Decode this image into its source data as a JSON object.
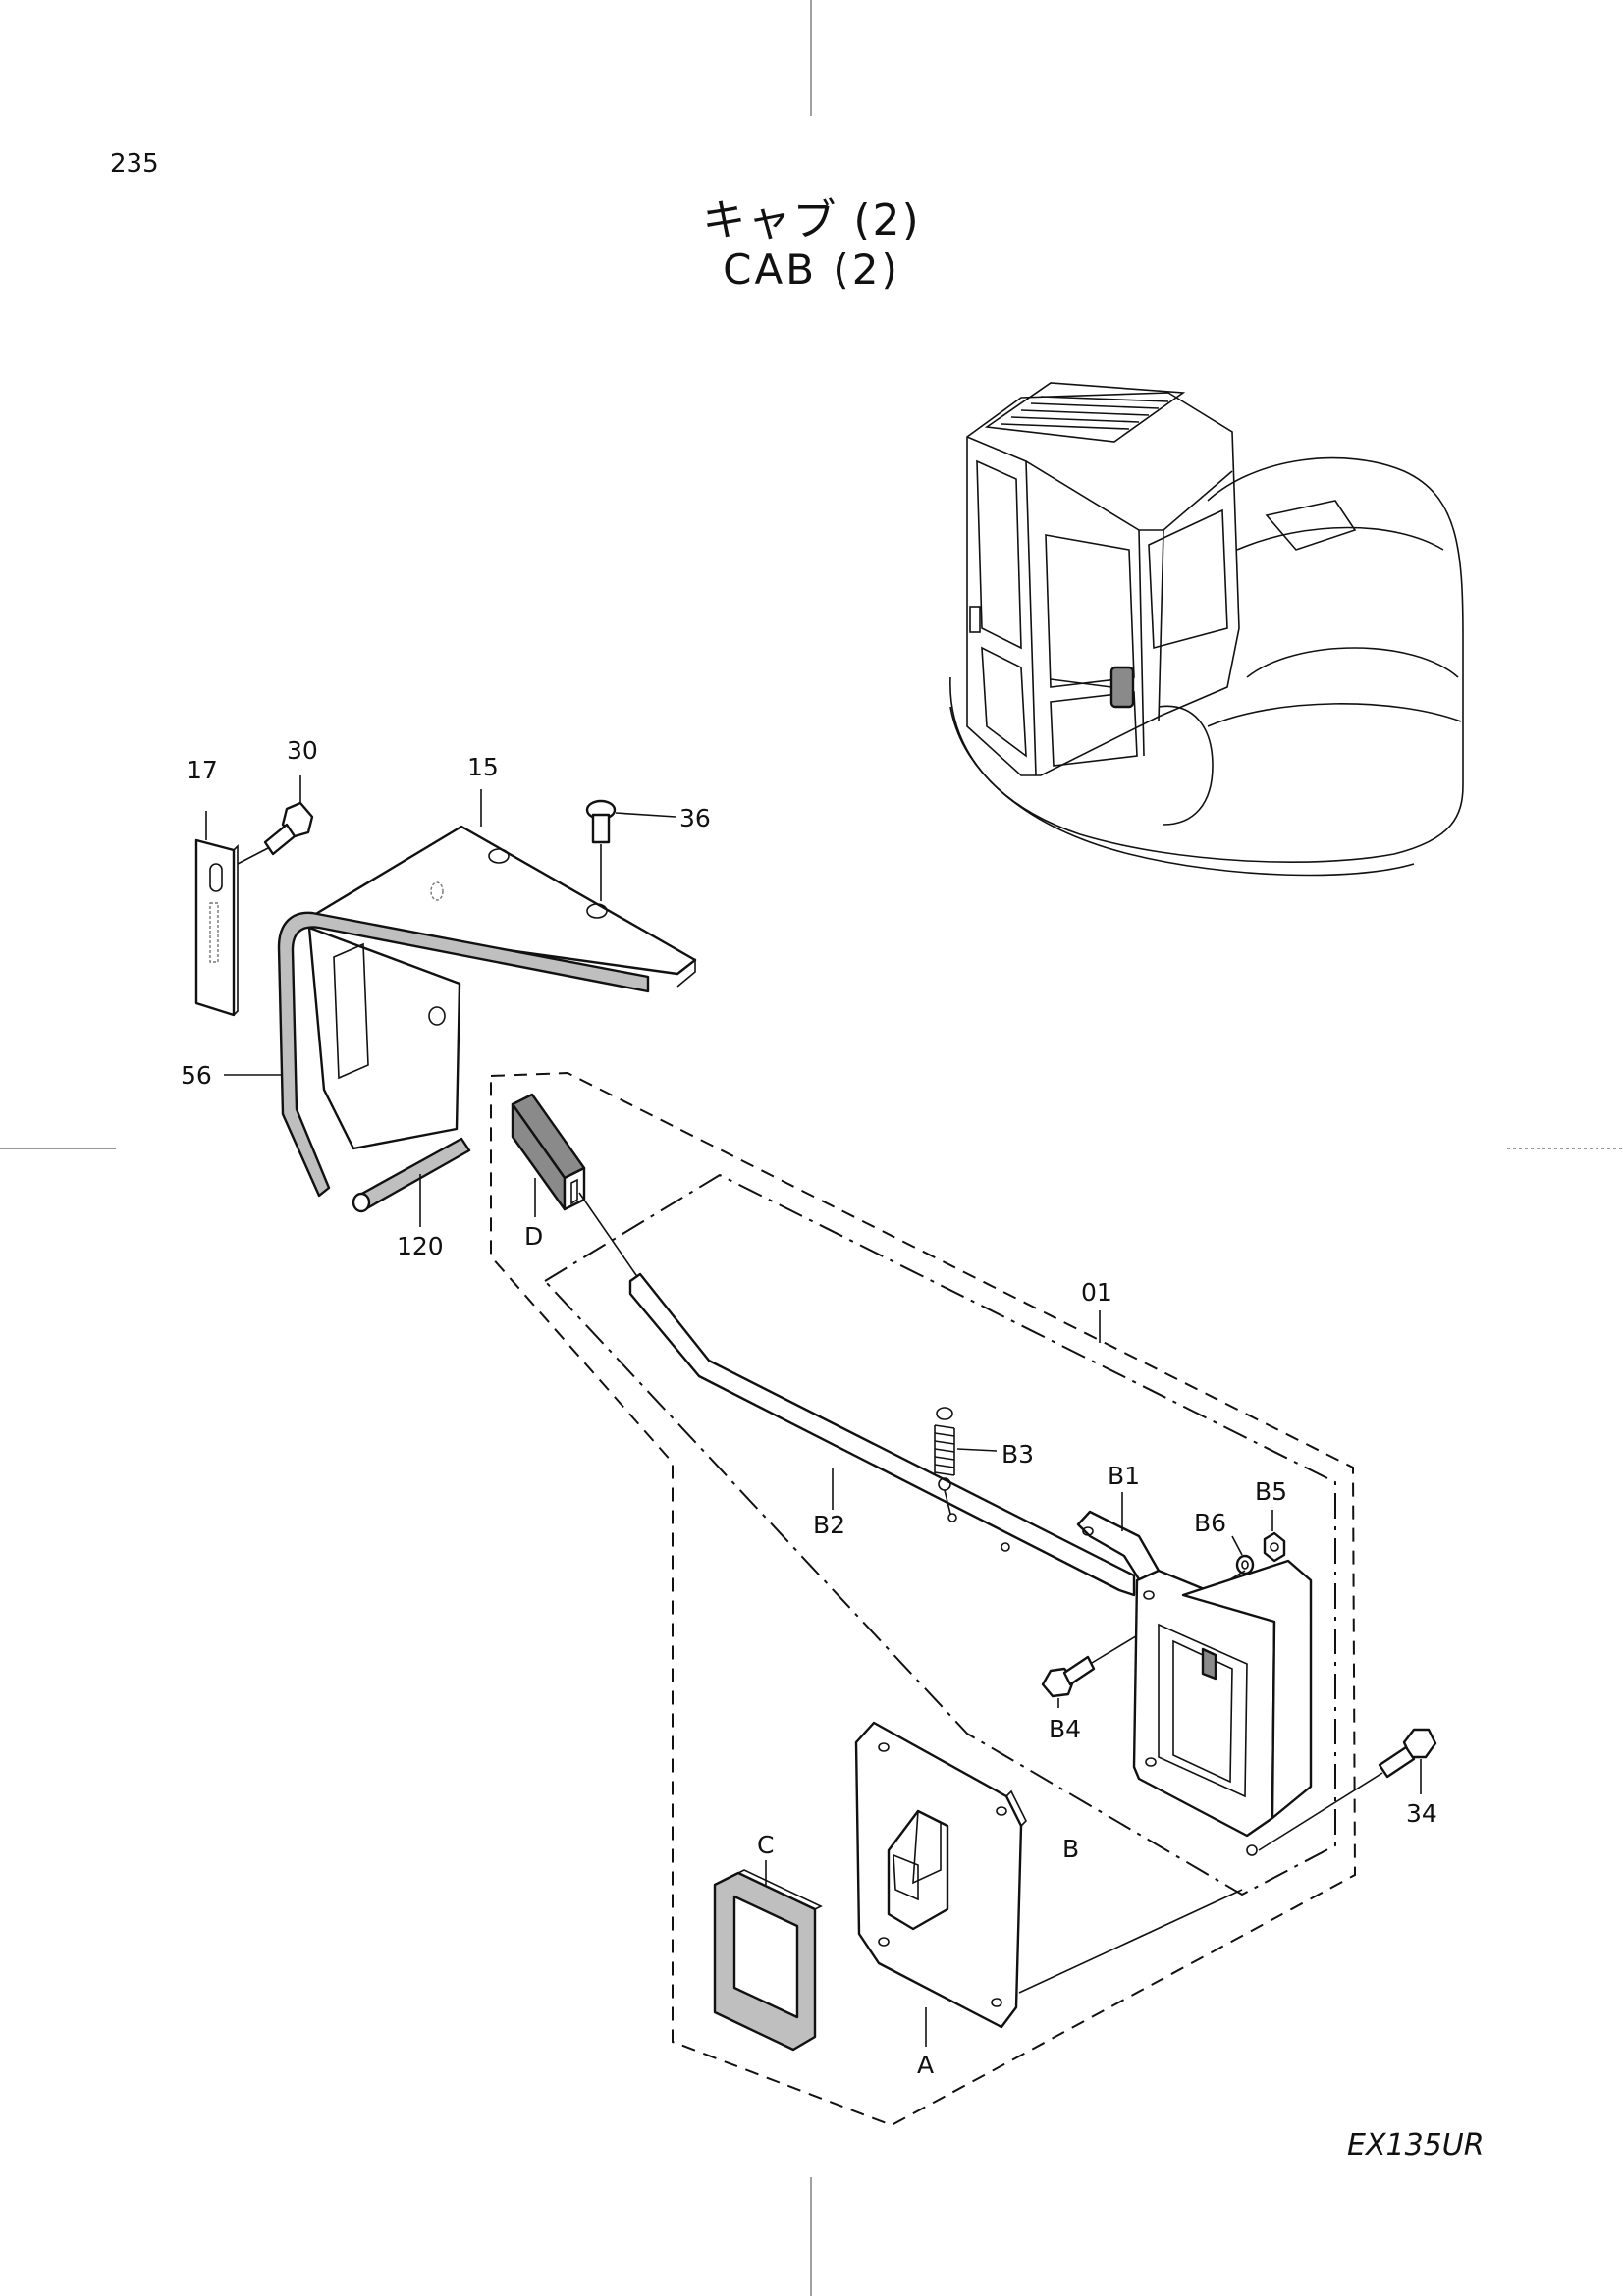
{
  "page_number": "235",
  "title_jp": "キャブ (2)",
  "title_en": "CAB (2)",
  "model": "EX135UR",
  "callouts": {
    "p17": "17",
    "p30": "30",
    "p15": "15",
    "p36": "36",
    "p56": "56",
    "p120": "120",
    "pD": "D",
    "p01": "01",
    "pB3": "B3",
    "pB2": "B2",
    "pB1": "B1",
    "pB6": "B6",
    "pB5": "B5",
    "pB4": "B4",
    "pB": "B",
    "p34": "34",
    "pC": "C",
    "pA": "A"
  }
}
